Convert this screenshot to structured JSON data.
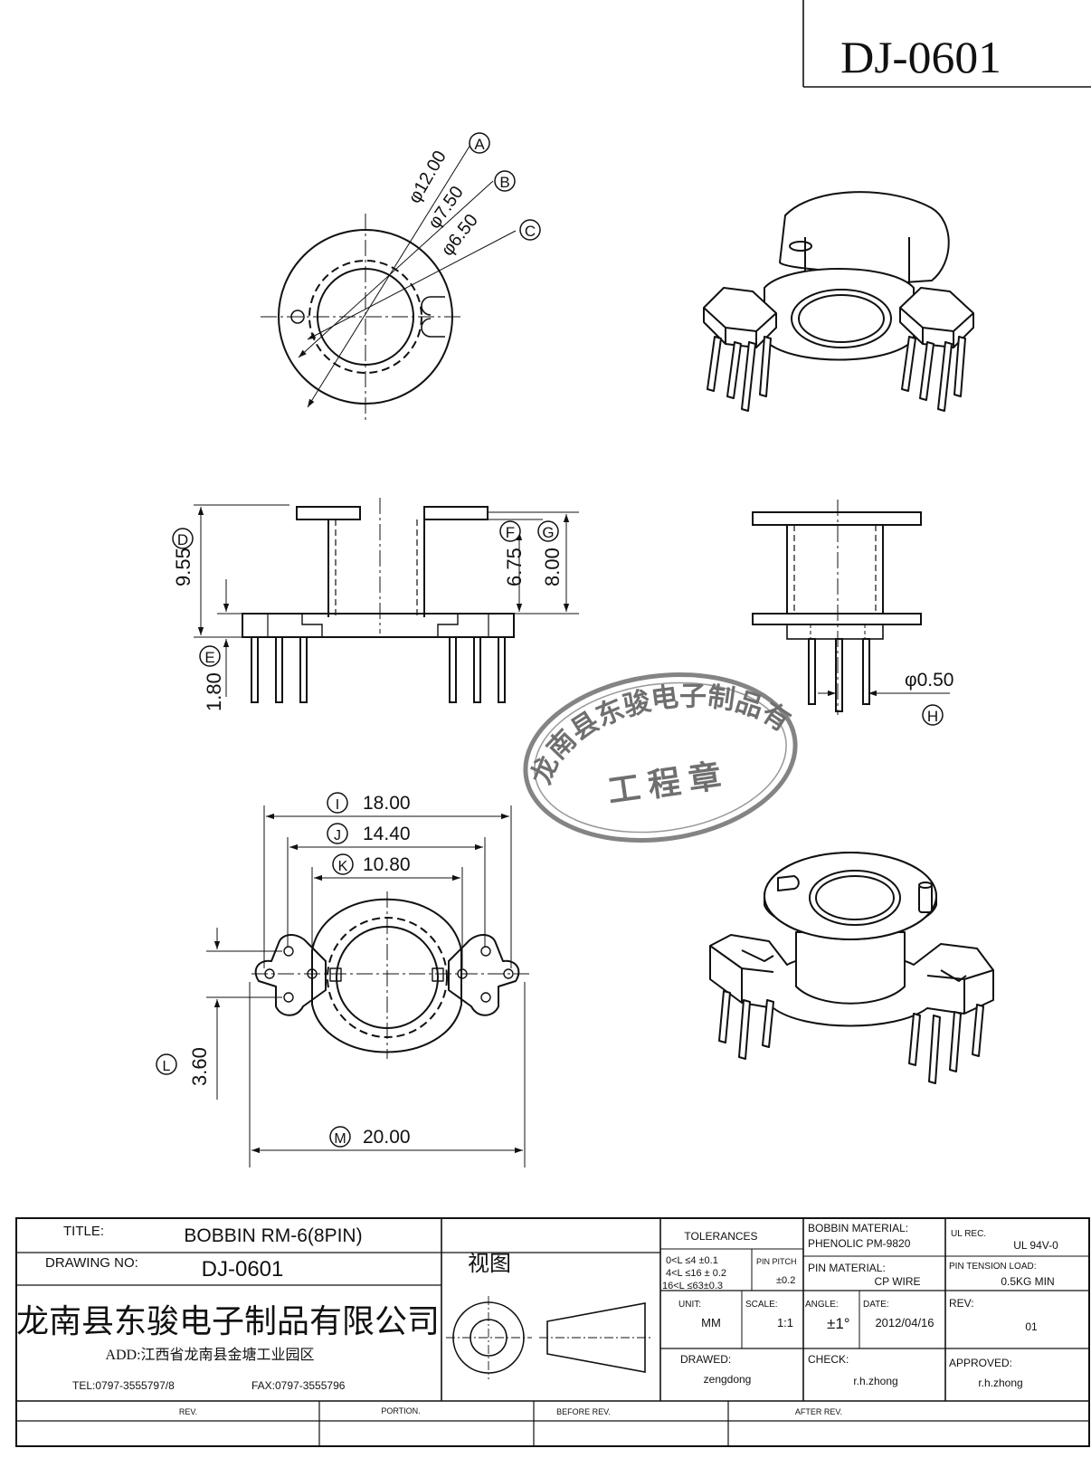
{
  "drawing_number_box": "DJ-0601",
  "balloons": [
    "A",
    "B",
    "C",
    "D",
    "E",
    "F",
    "G",
    "H",
    "I",
    "J",
    "K",
    "L",
    "M"
  ],
  "dimensions": {
    "A": "φ12.00",
    "B": "φ7.50",
    "C": "φ6.50",
    "D": "9.55",
    "E": "1.80",
    "F": "6.75",
    "G": "8.00",
    "H": "φ0.50",
    "I": "18.00",
    "J": "14.40",
    "K": "10.80",
    "L": "3.60",
    "M": "20.00"
  },
  "stamp": {
    "ring_text": "龙南县东骏电子制品有限公司",
    "center_text": "工 程 章"
  },
  "title_block": {
    "title_label": "TITLE:",
    "title_value": "BOBBIN RM-6(8PIN)",
    "drawing_no_label": "DRAWING NO:",
    "drawing_no_value": "DJ-0601",
    "company_name": "龙南县东骏电子制品有限公司",
    "address": "ADD:江西省龙南县金塘工业园区",
    "tel": "TEL:0797-3555797/8",
    "fax": "FAX:0797-3555796",
    "view_label": "视图",
    "tolerances_label": "TOLERANCES",
    "tolerance_rows": [
      "0<L ≤4  ±0.1",
      "4<L ≤16 ± 0.2",
      "16<L ≤63±0.3"
    ],
    "pin_pitch_label": "PIN PITCH",
    "pin_pitch_value": "±0.2",
    "unit_label": "UNIT:",
    "unit_value": "MM",
    "scale_label": "SCALE:",
    "scale_value": "1:1",
    "angle_label": "ANGLE:",
    "angle_value": "±1°",
    "date_label": "DATE:",
    "date_value": "2012/04/16",
    "bobbin_material_label": "BOBBIN MATERIAL:",
    "bobbin_material_value": "PHENOLIC  PM-9820",
    "ul_rec_label": "UL REC.",
    "ul_rec_value": "UL  94V-0",
    "pin_material_label": "PIN MATERIAL:",
    "pin_material_value": "CP WIRE",
    "pin_tension_label": "PIN TENSION LOAD:",
    "pin_tension_value": "0.5KG MIN",
    "rev_label": "REV:",
    "rev_value": "01",
    "drawed_label": "DRAWED:",
    "drawed_value": "zengdong",
    "check_label": "CHECK:",
    "check_value": "r.h.zhong",
    "approved_label": "APPROVED:",
    "approved_value": "r.h.zhong",
    "revision_headers": [
      "REV.",
      "PORTION.",
      "BEFORE REV.",
      "AFTER REV."
    ]
  }
}
